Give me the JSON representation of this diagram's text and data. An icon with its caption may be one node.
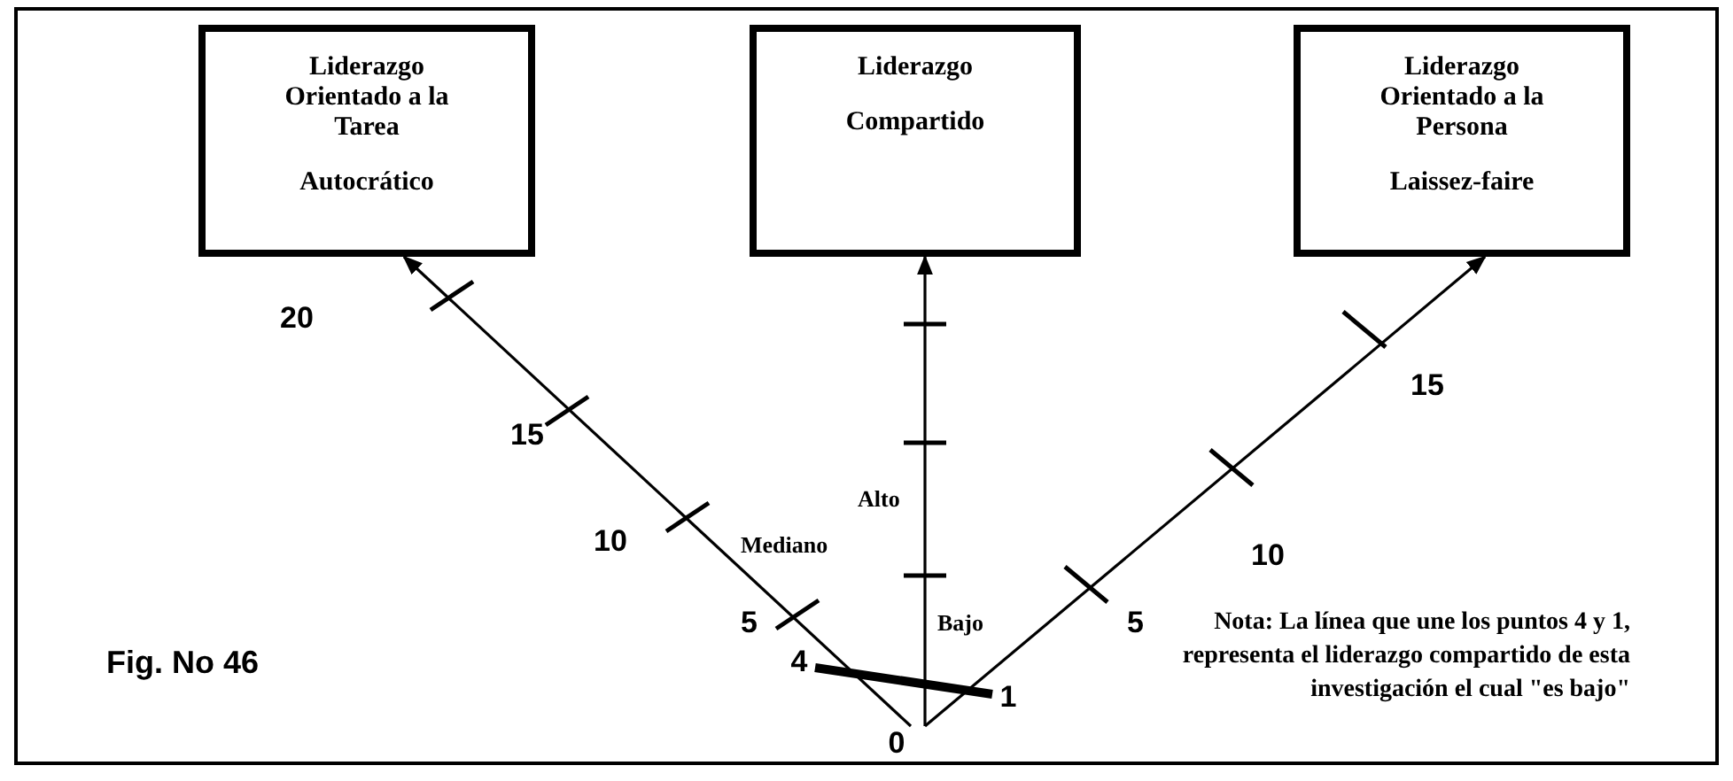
{
  "diagram": {
    "caption": "Fig. No 46",
    "nodes": [
      {
        "text": [
          "Liderazgo Orientado a la Tarea",
          "Autocrático"
        ]
      },
      {
        "text": [
          "Liderazgo",
          "Compartido"
        ]
      },
      {
        "text": [
          "Liderazgo Orientado a la Persona",
          "Laissez-faire"
        ]
      },
      {
        "text": [
          "0"
        ]
      },
      {
        "text": [
          "4"
        ]
      },
      {
        "text": [
          "1"
        ]
      }
    ],
    "edges": [
      {
        "from": 3,
        "to": 0,
        "arrow": "to"
      },
      {
        "from": 3,
        "to": 1,
        "arrow": "to"
      },
      {
        "from": 3,
        "to": 2,
        "arrow": "to"
      },
      {
        "from": 4,
        "to": 5,
        "arrow": "none",
        "style": "thick"
      }
    ],
    "labels": [
      "20",
      "15",
      "Alto",
      "15",
      "10",
      "Mediano",
      "10",
      "5",
      "Bajo",
      "5",
      "Nota: La línea que une los puntos 4 y 1, representa el liderazgo compartido de esta investigación el cual \"es bajo\""
    ]
  }
}
